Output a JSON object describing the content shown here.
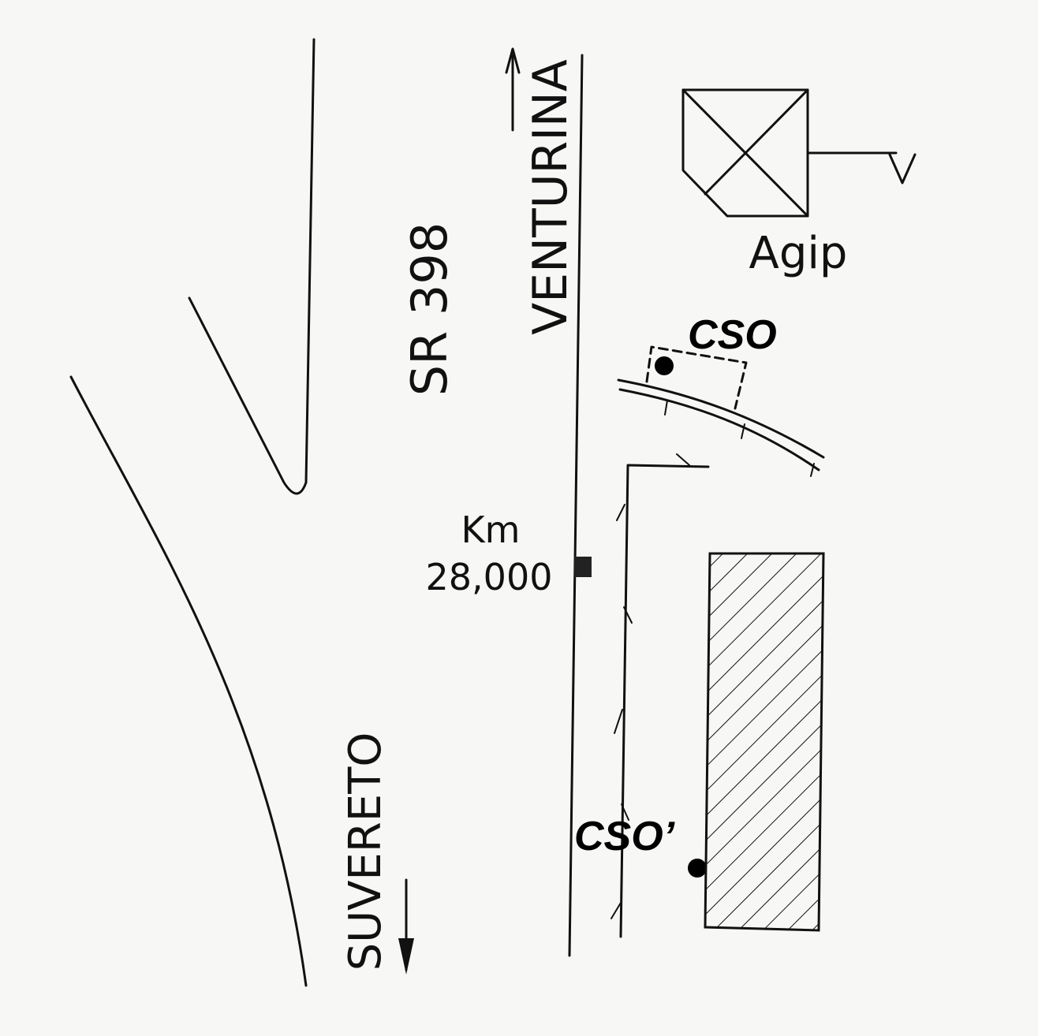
{
  "labels": {
    "road": "SR 398",
    "north_destination": "VENTURINA",
    "south_destination": "SUVERETO",
    "station": "Agip",
    "km_unit": "Km",
    "km_value": "28,000",
    "point_a": "CSO",
    "point_b": "CSO’"
  },
  "colors": {
    "ink": "#111111",
    "paper": "#f7f7f5"
  },
  "icons": {
    "north_arrow": "arrow-up-icon",
    "south_arrow": "arrow-down-icon",
    "fuel_pump": "fuel-station-icon",
    "km_marker": "milestone-icon"
  }
}
